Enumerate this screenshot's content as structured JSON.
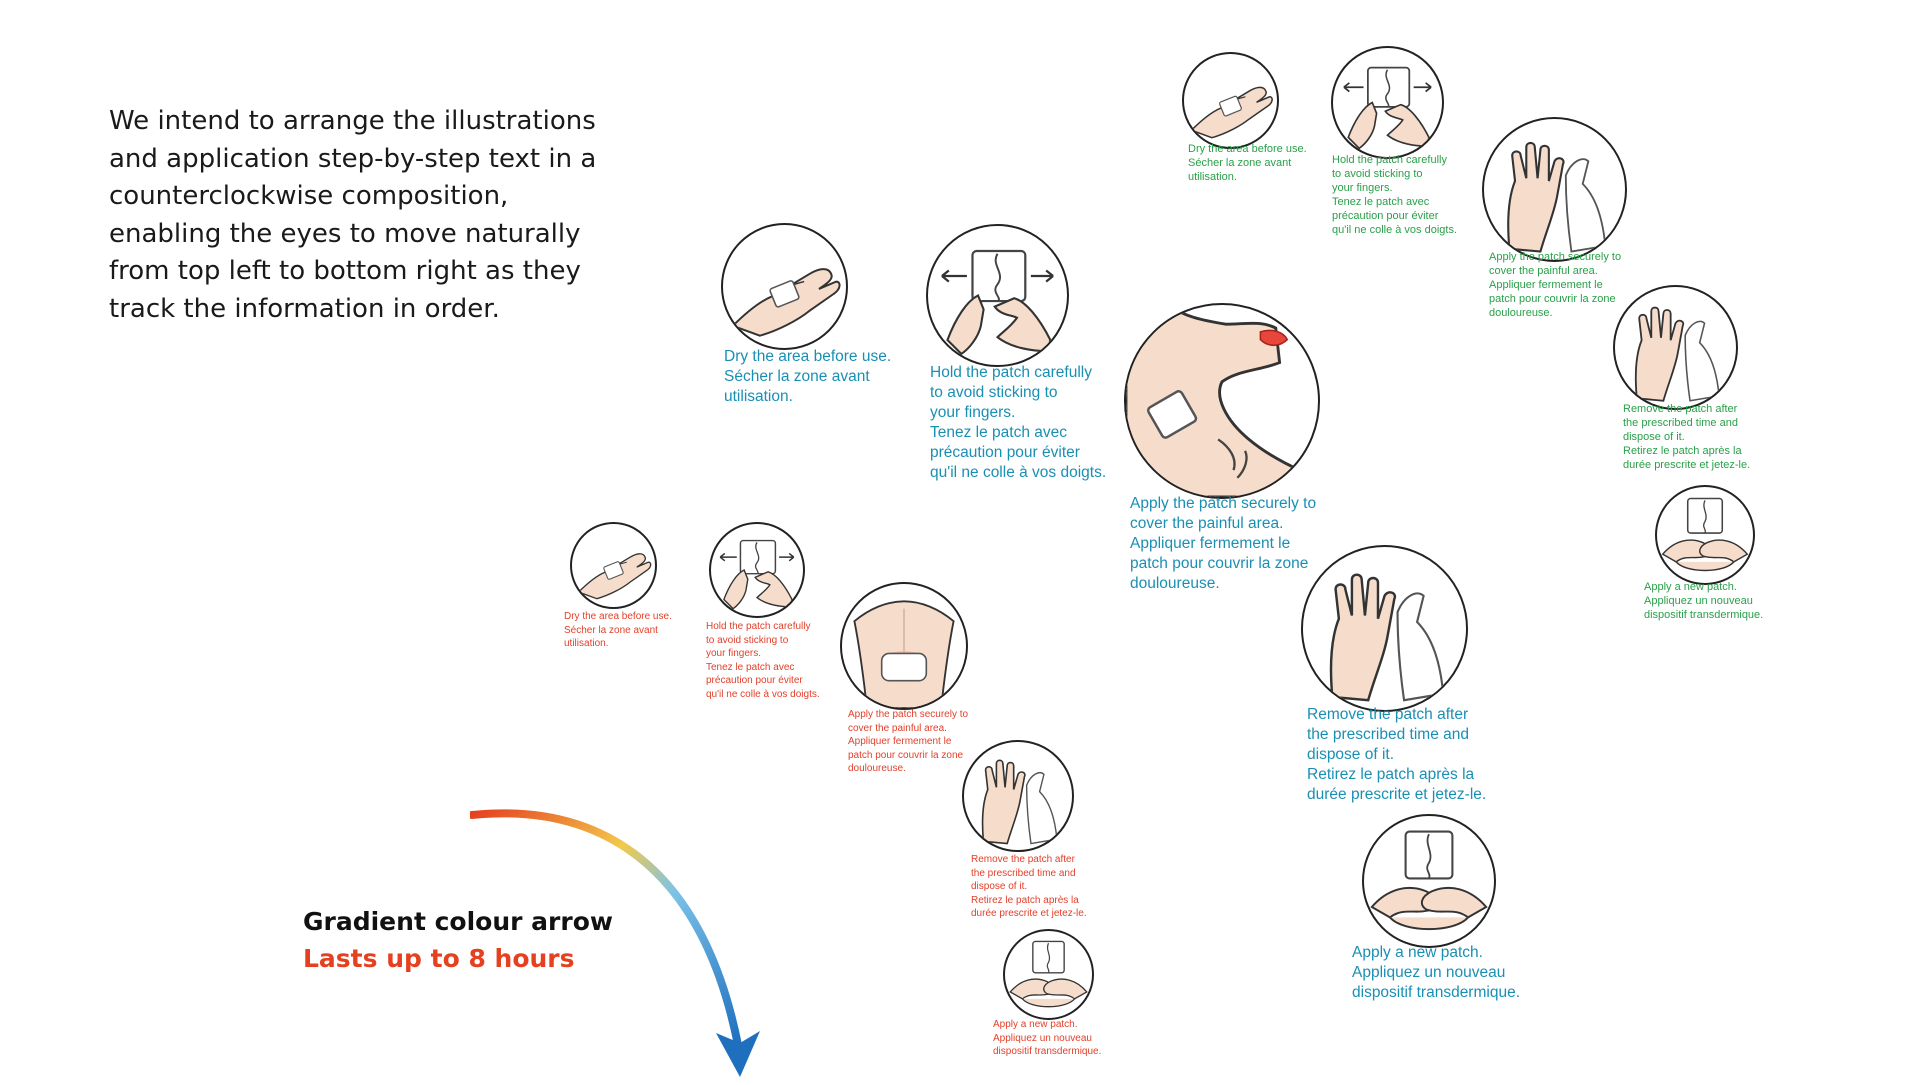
{
  "intro": {
    "lines": [
      "We intend to arrange the illustrations",
      "and application step-by-step text in a",
      "counterclockwise composition,",
      "enabling the eyes to move naturally",
      "from top left to bottom right as they",
      "track the information in order."
    ]
  },
  "steps": {
    "dry": [
      "Dry the area before use.",
      "Sécher la zone avant",
      "utilisation."
    ],
    "hold": [
      "Hold the patch carefully",
      "to avoid sticking to",
      "your fingers.",
      "Tenez le patch avec",
      "précaution pour éviter",
      "qu'il ne colle à vos doigts."
    ],
    "apply": [
      "Apply the patch securely to",
      "cover the painful area.",
      "Appliquer fermement le",
      "patch pour couvrir la zone",
      "douloureuse."
    ],
    "remove": [
      "Remove the patch after",
      "the prescribed time and",
      "dispose of it.",
      "Retirez le patch après la",
      "durée prescrite et jetez-le."
    ],
    "new": [
      "Apply a new patch.",
      "Appliquez un nouveau",
      "dispositif transdermique."
    ]
  },
  "legend": {
    "arrow_label": "Gradient colour arrow",
    "duration_label": "Lasts up to 8 hours"
  },
  "colors": {
    "blue": "#1a8fb4",
    "green": "#2aa04a",
    "red": "#e2402a",
    "skin": "#f6dccb",
    "arrow_start": "#e5401f",
    "arrow_mid": "#f2c94c",
    "arrow_mid2": "#7cc3e8",
    "arrow_end": "#1f6fbf"
  }
}
